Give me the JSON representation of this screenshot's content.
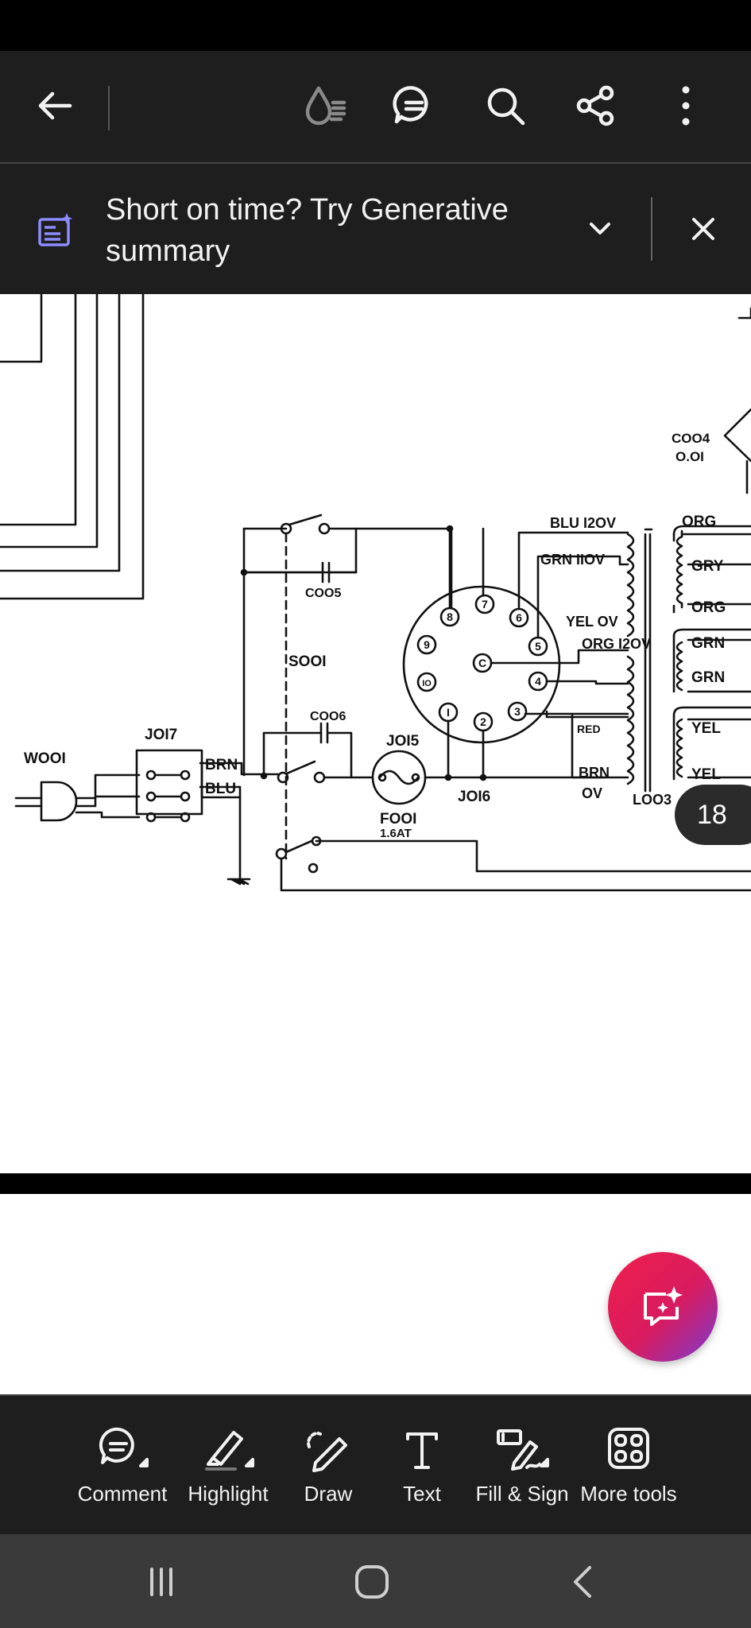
{
  "top_bar": {
    "back_icon": "arrow-left-icon",
    "icons": [
      "read-mode-icon",
      "comments-icon",
      "search-icon",
      "share-icon",
      "more-vertical-icon"
    ]
  },
  "banner": {
    "icon": "generative-summary-icon",
    "text": "Short on time? Try Generative summary",
    "expand_icon": "chevron-down-icon",
    "close_icon": "close-icon"
  },
  "document": {
    "page_number": "18",
    "schematic_labels": {
      "w001": "WOOI",
      "j017": "JOI7",
      "brn": "BRN",
      "blu": "BLU",
      "c005": "COO5",
      "c006": "COO6",
      "s001": "SOOI",
      "j015": "JOI5",
      "f001": "FOOI",
      "f001_rating": "1.6AT",
      "j016": "JOI6",
      "blu120": "BLU I2OV",
      "grn110": "GRN IIOV",
      "yel0": "YEL OV",
      "org120": "ORG I2OV",
      "red": "RED",
      "brn2": "BRN",
      "zero_v": "OV",
      "l003": "LOO3",
      "c004": "COO4",
      "c004_val": "O.OI",
      "org_top": "ORG",
      "gry": "GRY",
      "org2": "ORG",
      "grn1": "GRN",
      "grn2": "GRN",
      "yel1": "YEL",
      "yel2": "YEL",
      "pin_c": "C",
      "pins": [
        "7",
        "6",
        "5",
        "4",
        "3",
        "2",
        "I",
        "IO",
        "9",
        "8"
      ]
    }
  },
  "fab": {
    "icon": "ai-assistant-icon"
  },
  "toolbar": {
    "comment": "Comment",
    "highlight": "Highlight",
    "draw": "Draw",
    "text": "Text",
    "fill_sign": "Fill & Sign",
    "more_tools": "More tools"
  },
  "nav": {
    "icons": [
      "recent-apps-icon",
      "home-icon",
      "back-icon"
    ]
  },
  "colors": {
    "bar_bg": "#1e1e1e",
    "banner_icon": "#8c8cff",
    "fab_start": "#ef1f4b",
    "fab_end": "#7a3bd1"
  }
}
